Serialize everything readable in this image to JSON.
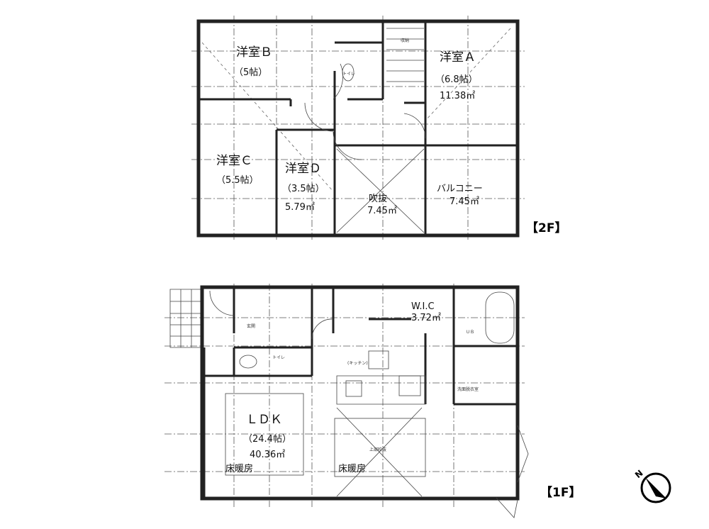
{
  "floor2": {
    "label": "【2F】",
    "rooms": {
      "yoshitsu_b": {
        "name": "洋室Ｂ",
        "size": "（5帖）"
      },
      "yoshitsu_a": {
        "name": "洋室Ａ",
        "size": "（6.8帖）",
        "area": "11.38㎡"
      },
      "yoshitsu_c": {
        "name": "洋室Ｃ",
        "size": "（5.5帖）"
      },
      "yoshitsu_d": {
        "name": "洋室Ｄ",
        "size": "（3.5帖）",
        "area": "5.79㎡"
      },
      "fukinuke": {
        "name": "吹抜",
        "area": "7.45㎡"
      },
      "balcony": {
        "name": "バルコニー",
        "area": "7.45㎡"
      },
      "toilet": {
        "name": "トイレ"
      },
      "storage": {
        "name": "収納"
      }
    }
  },
  "floor1": {
    "label": "【1F】",
    "rooms": {
      "ldk": {
        "name": "ＬＤＫ",
        "size": "（24.4帖）",
        "area": "40.36㎡",
        "heating": "床暖房"
      },
      "kitchen": {
        "name": "(キッチン)",
        "heating": "床暖房",
        "upper": "上部吹抜"
      },
      "wic": {
        "name": "W.I.C",
        "area": "3.72㎡"
      },
      "ub": {
        "name": "ＵＢ"
      },
      "washroom": {
        "name": "洗面脱衣室"
      },
      "toilet": {
        "name": "トイレ"
      },
      "entrance": {
        "name": "玄関"
      }
    }
  },
  "compass": {
    "label": "N"
  }
}
